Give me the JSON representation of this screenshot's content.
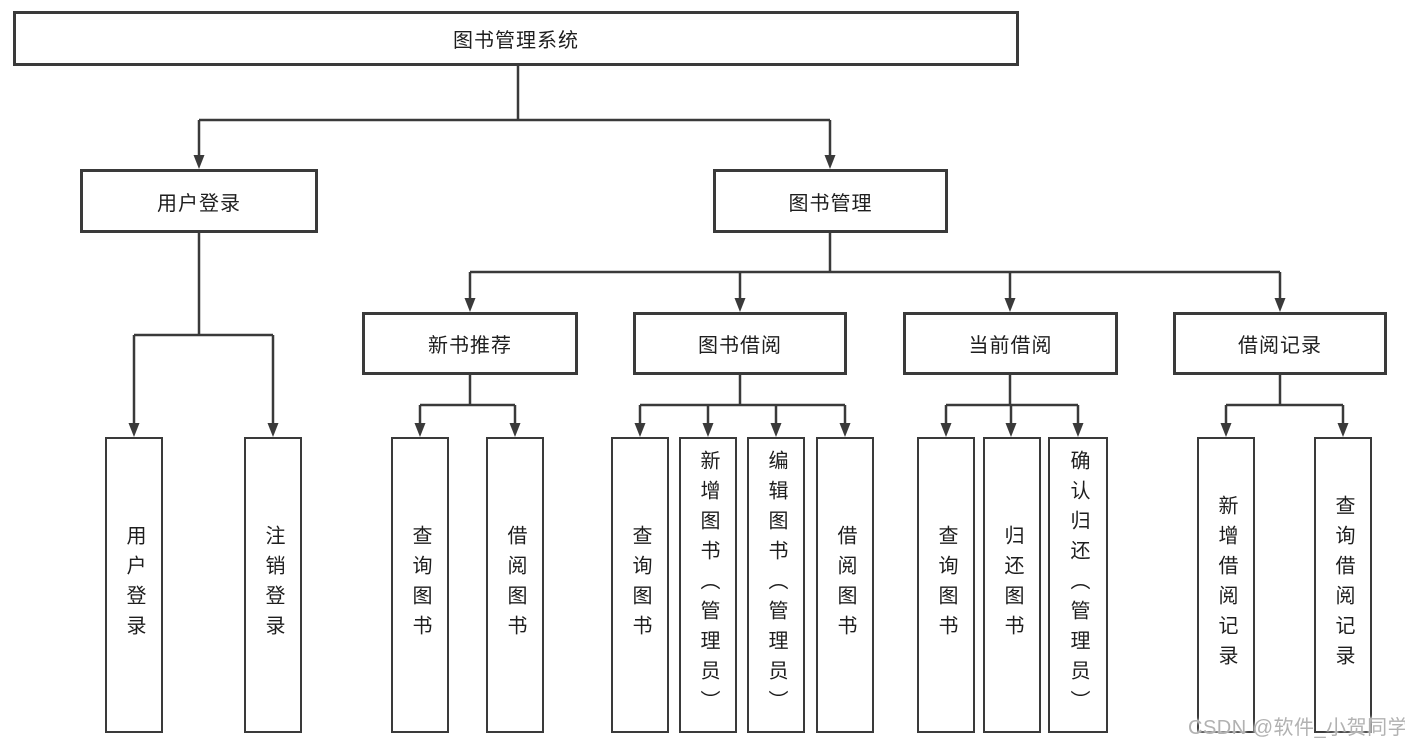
{
  "diagram": {
    "root": {
      "label": "图书管理系统"
    },
    "level2": [
      {
        "label": "用户登录"
      },
      {
        "label": "图书管理"
      }
    ],
    "level3": [
      {
        "label": "新书推荐"
      },
      {
        "label": "图书借阅"
      },
      {
        "label": "当前借阅"
      },
      {
        "label": "借阅记录"
      }
    ],
    "leaves": {
      "user_login": [
        {
          "label": "用户登录"
        },
        {
          "label": "注销登录"
        }
      ],
      "new_book_recommend": [
        {
          "label": "查询图书"
        },
        {
          "label": "借阅图书"
        }
      ],
      "book_borrow": [
        {
          "label": "查询图书"
        },
        {
          "label": "新增图书（管理员）"
        },
        {
          "label": "编辑图书（管理员）"
        },
        {
          "label": "借阅图书"
        }
      ],
      "current_borrow": [
        {
          "label": "查询图书"
        },
        {
          "label": "归还图书"
        },
        {
          "label": "确认归还（管理员）"
        }
      ],
      "borrow_record": [
        {
          "label": "新增借阅记录"
        },
        {
          "label": "查询借阅记录"
        }
      ]
    }
  },
  "watermark": {
    "text": "CSDN @软件_小贺同学"
  },
  "colors": {
    "line": "#3a3a3a",
    "border": "#3a3a3a",
    "text": "#1e1e1e",
    "watermark": "#b2b2b2",
    "background": "#ffffff"
  }
}
